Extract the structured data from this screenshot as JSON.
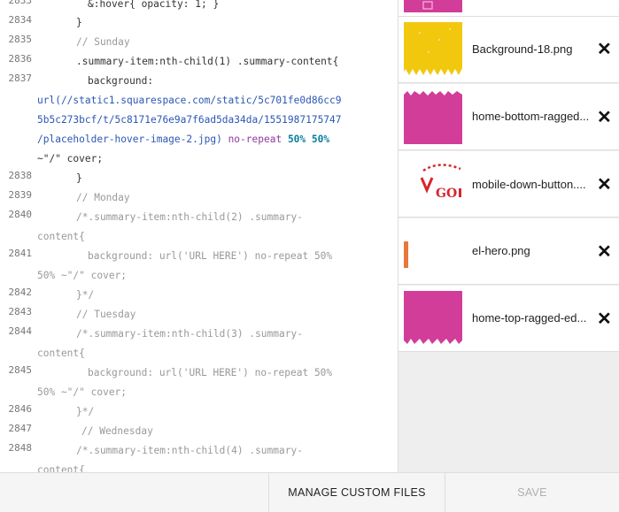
{
  "editor": {
    "lines": [
      {
        "ln": "2833",
        "text": "&:hover{ opacity: 1; }",
        "style": "code"
      },
      {
        "ln": "2834",
        "text": "}",
        "style": "code"
      },
      {
        "ln": "2835",
        "text": "// Sunday",
        "style": "comment"
      },
      {
        "ln": "2836",
        "text": ".summary-item:nth-child(1) .summary-content{",
        "style": "code"
      },
      {
        "ln": "2837",
        "text": "background:",
        "style": "code"
      },
      {
        "ln": "",
        "text": "url(//static1.squarespace.com/static/5c701fe0d86cc9",
        "style": "url"
      },
      {
        "ln": "",
        "text": "5b5c273bcf/t/5c8171e76e9a7f6ad5da34da/1551987175747",
        "style": "url"
      },
      {
        "ln": "",
        "text": "/placeholder-hover-image-2.jpg)",
        "style": "url"
      },
      {
        "ln": "",
        "text": "~\"/\" cover;",
        "style": "code"
      },
      {
        "ln": "2838",
        "text": "}",
        "style": "code"
      },
      {
        "ln": "2839",
        "text": "// Monday",
        "style": "comment"
      },
      {
        "ln": "2840",
        "text": "/*.summary-item:nth-child(2) .summary-",
        "style": "comment"
      },
      {
        "ln": "",
        "text": "content{",
        "style": "comment"
      },
      {
        "ln": "2841",
        "text": "background: url('URL HERE') no-repeat 50%",
        "style": "comment"
      },
      {
        "ln": "",
        "text": "50% ~\"/\" cover;",
        "style": "comment"
      },
      {
        "ln": "2842",
        "text": "}*/",
        "style": "comment"
      },
      {
        "ln": "2843",
        "text": "// Tuesday",
        "style": "comment"
      },
      {
        "ln": "2844",
        "text": "/*.summary-item:nth-child(3) .summary-",
        "style": "comment"
      },
      {
        "ln": "",
        "text": "content{",
        "style": "comment"
      },
      {
        "ln": "2845",
        "text": "background: url('URL HERE') no-repeat 50%",
        "style": "comment"
      },
      {
        "ln": "",
        "text": "50% ~\"/\" cover;",
        "style": "comment"
      },
      {
        "ln": "2846",
        "text": "}*/",
        "style": "comment"
      },
      {
        "ln": "2847",
        "text": "// Wednesday",
        "style": "comment"
      },
      {
        "ln": "2848",
        "text": "/*.summary-item:nth-child(4) .summary-",
        "style": "comment"
      },
      {
        "ln": "",
        "text": "content{",
        "style": "comment"
      }
    ],
    "url_tail_kw": "no-repeat",
    "url_tail_num": "50% 50%"
  },
  "files": [
    {
      "name": "Background-18.png",
      "thumb": "yellow-ragged",
      "color": "#f2c80f"
    },
    {
      "name": "home-bottom-ragged...",
      "thumb": "pink-ragged-top",
      "color": "#d23d9a"
    },
    {
      "name": "mobile-down-button....",
      "thumb": "go-arrow",
      "color": "#d6262b"
    },
    {
      "name": "el-hero.png",
      "thumb": "orange-bar",
      "color": "#e8783a"
    },
    {
      "name": "home-top-ragged-ed...",
      "thumb": "pink-ragged-bottom",
      "color": "#d23d9a"
    }
  ],
  "footer": {
    "manage_label": "MANAGE CUSTOM FILES",
    "save_label": "SAVE"
  }
}
